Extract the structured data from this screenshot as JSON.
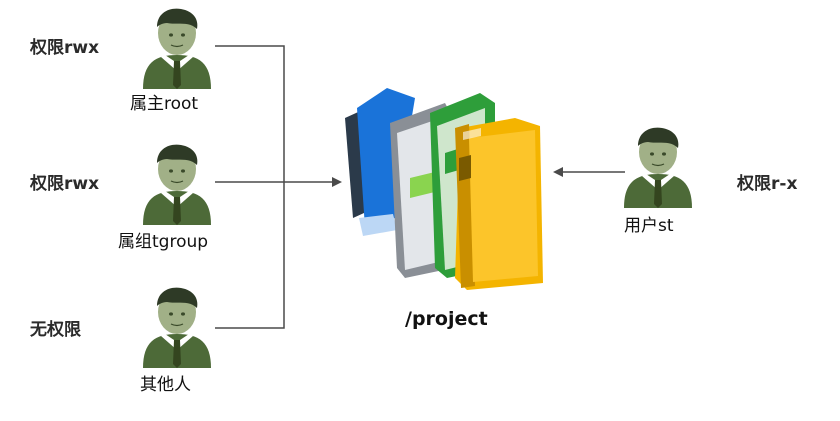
{
  "entities": {
    "owner": {
      "name": "属主root",
      "permission": "权限rwx"
    },
    "group": {
      "name": "属组tgroup",
      "permission": "权限rwx"
    },
    "others": {
      "name": "其他人",
      "permission": "无权限"
    },
    "user": {
      "name": "用户st",
      "permission": "权限r-x"
    }
  },
  "directory": {
    "label": "/project"
  },
  "colors": {
    "figure_body": "#4d6a38",
    "figure_face": "#a1b087",
    "figure_hair": "#2e3a26",
    "tie": "#34451f",
    "line": "#4a4a4a",
    "book_blue": "#1a73d9",
    "book_green": "#2e9e3a",
    "book_yellow": "#f4b400",
    "book_gray": "#8a8f96"
  },
  "icons": [
    "user-icon",
    "books-icon"
  ]
}
